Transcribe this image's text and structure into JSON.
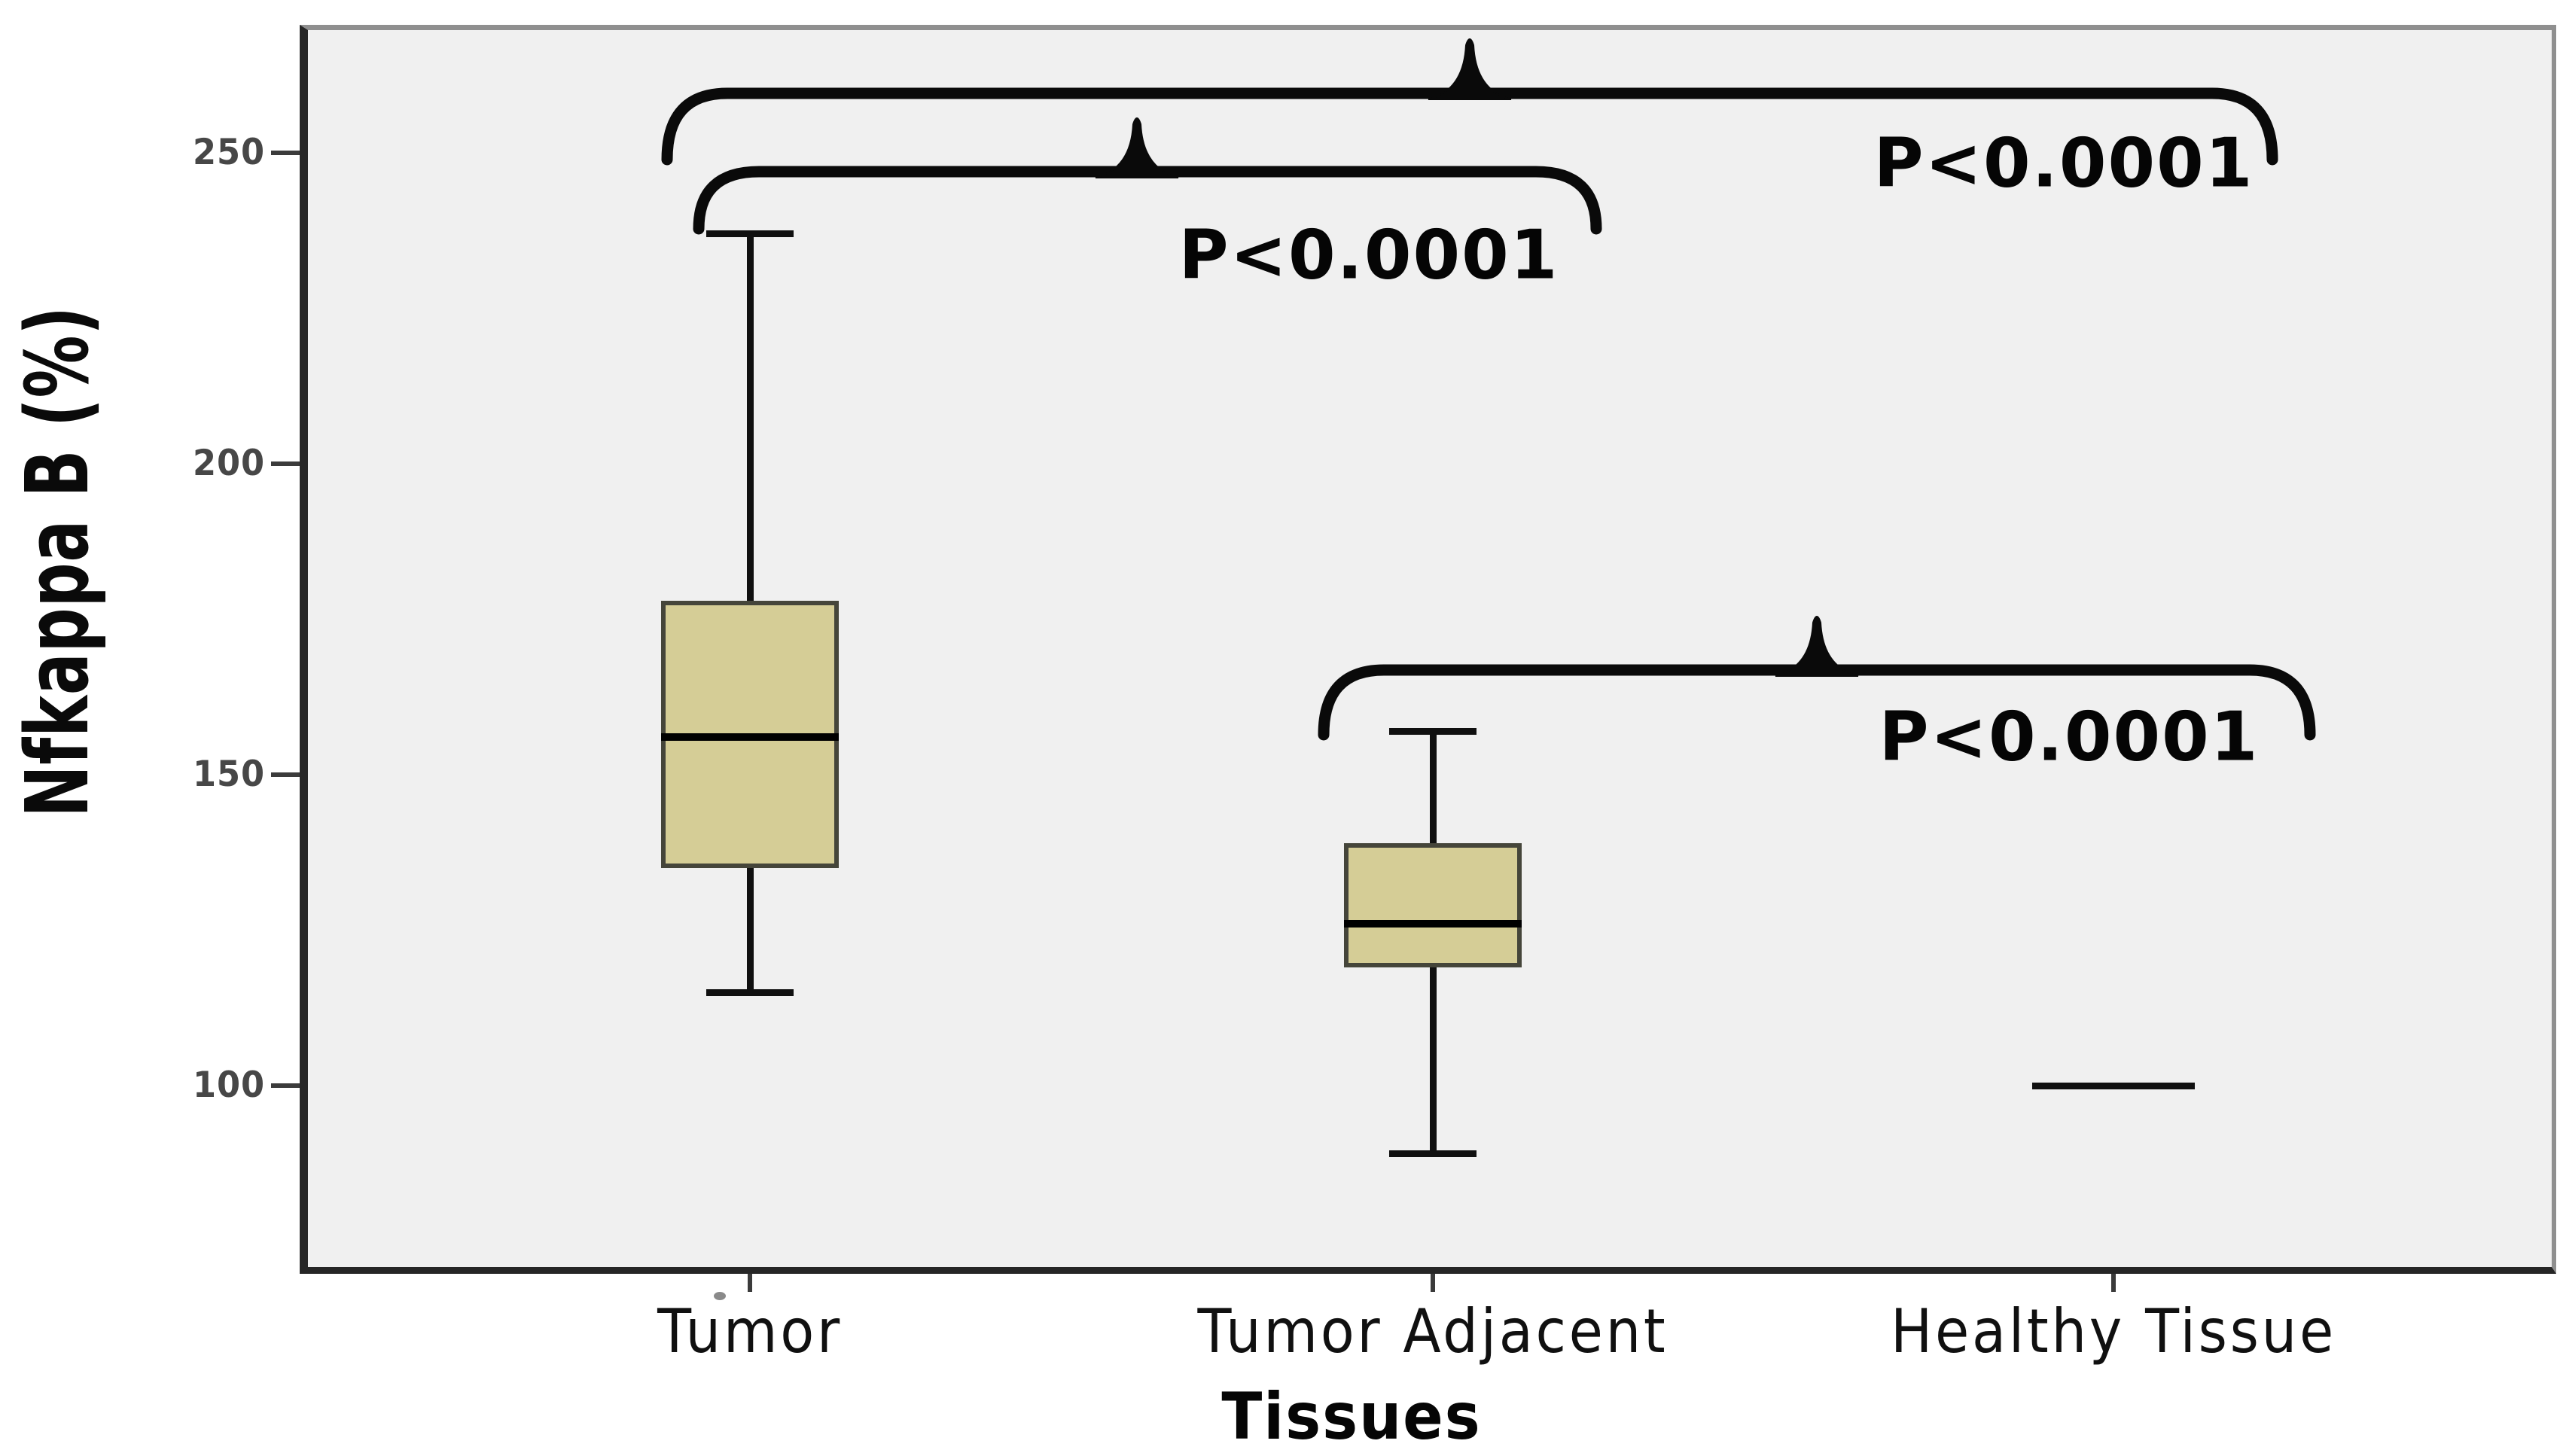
{
  "chart_data": {
    "type": "boxplot",
    "title": "",
    "xlabel": "Tissues",
    "ylabel": "Nfkappa B (%)",
    "categories": [
      "Tumor",
      "Tumor Adjacent",
      "Healthy Tissue"
    ],
    "y_ticks": [
      250,
      200,
      150,
      100
    ],
    "ylim": [
      70,
      270
    ],
    "grid": false,
    "legend": "none",
    "groups": [
      {
        "category": "Tumor",
        "min": 115,
        "q1": 135,
        "median": 156,
        "q3": 178,
        "max": 237,
        "line_only": false
      },
      {
        "category": "Tumor Adjacent",
        "min": 89,
        "q1": 119,
        "median": 126,
        "q3": 139,
        "max": 157,
        "line_only": false
      },
      {
        "category": "Healthy Tissue",
        "min": 100,
        "q1": 100,
        "median": 100,
        "q3": 100,
        "max": 100,
        "line_only": true
      }
    ],
    "annotations": [
      {
        "label": "P<0.0001",
        "between": [
          "Tumor",
          "Healthy Tissue"
        ]
      },
      {
        "label": "P<0.0001",
        "between": [
          "Tumor",
          "Tumor Adjacent"
        ]
      },
      {
        "label": "P<0.0001",
        "between": [
          "Tumor Adjacent",
          "Healthy Tissue"
        ]
      }
    ],
    "colors": {
      "box_fill": "#d5cd96",
      "panel_bg": "#f0f0f0",
      "line": "#101010",
      "axis_dark": "#262626",
      "axis_light": "#8f8f8f",
      "tick_label": "#474747"
    }
  }
}
